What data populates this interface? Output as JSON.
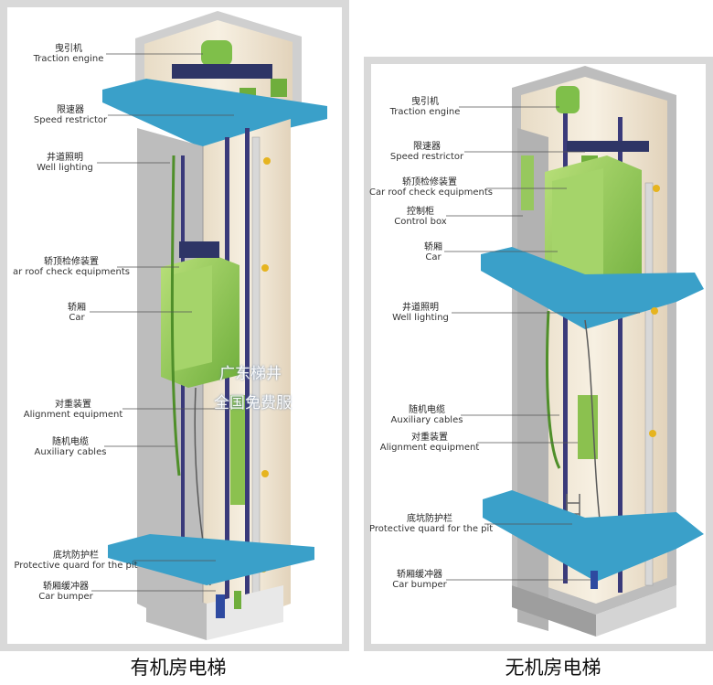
{
  "diagrams": {
    "left": {
      "caption": "有机房电梯",
      "labels": [
        {
          "cn": "曳引机",
          "en": "Traction engine"
        },
        {
          "cn": "限速器",
          "en": "Speed restrictor"
        },
        {
          "cn": "井道照明",
          "en": "Well lighting"
        },
        {
          "cn": "轿顶检修装置",
          "en": "ar roof check equipments"
        },
        {
          "cn": "轿厢",
          "en": "Car"
        },
        {
          "cn": "对重装置",
          "en": "Alignment equipment"
        },
        {
          "cn": "随机电缆",
          "en": "Auxiliary cables"
        },
        {
          "cn": "底坑防护栏",
          "en": "Protective quard for the pit"
        },
        {
          "cn": "轿厢缓冲器",
          "en": "Car bumper"
        }
      ]
    },
    "right": {
      "caption": "无机房电梯",
      "labels": [
        {
          "cn": "曳引机",
          "en": "Traction engine"
        },
        {
          "cn": "限速器",
          "en": "Speed restrictor"
        },
        {
          "cn": "轿顶检修装置",
          "en": "Car roof check equipments"
        },
        {
          "cn": "控制柜",
          "en": "Control box"
        },
        {
          "cn": "轿厢",
          "en": "Car"
        },
        {
          "cn": "井道照明",
          "en": "Well lighting"
        },
        {
          "cn": "随机电缆",
          "en": "Auxiliary cables"
        },
        {
          "cn": "对重装置",
          "en": "Alignment equipment"
        },
        {
          "cn": "底坑防护栏",
          "en": "Protective quard for the pit"
        },
        {
          "cn": "轿厢缓冲器",
          "en": "Car bumper"
        }
      ]
    }
  },
  "watermark": {
    "line1": "广东梯井",
    "line2": "全国免费服"
  },
  "colors": {
    "floor": "#3aa0c9",
    "car": "#9cd05a",
    "shaft": "#f1e6d2",
    "wall": "#b9b9b9"
  }
}
